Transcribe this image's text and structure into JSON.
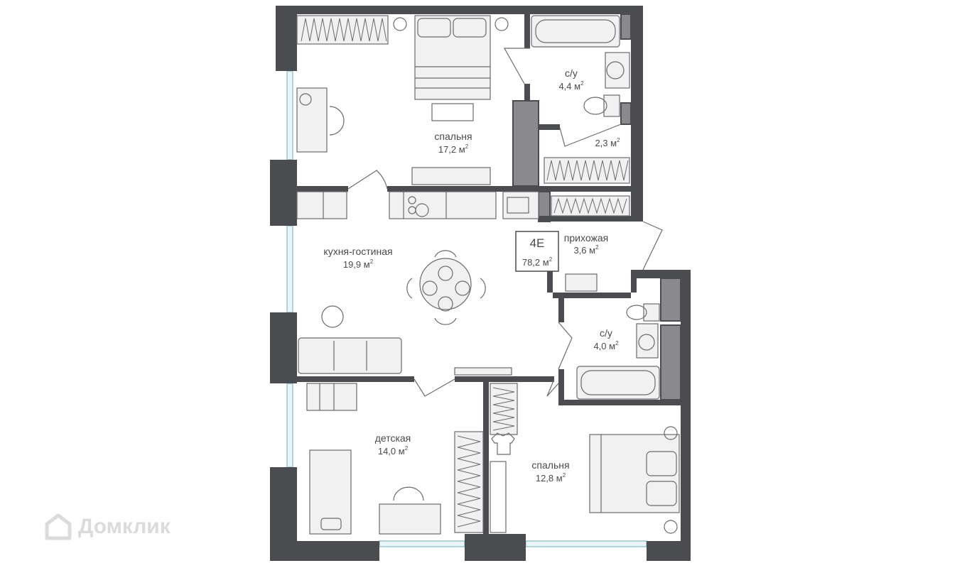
{
  "plan": {
    "unit_code": "4E",
    "total_area": "78,2 м",
    "rooms": {
      "bedroom_top": {
        "name": "спальня",
        "area": "17,2 м"
      },
      "bath_top": {
        "name": "с/у",
        "area": "4,4 м"
      },
      "wardrobe": {
        "name": "",
        "area": "2,3 м"
      },
      "hall": {
        "name": "прихожая",
        "area": "3,6 м"
      },
      "kitchen_living": {
        "name": "кухня-гостиная",
        "area": "19,9 м"
      },
      "bath_bottom": {
        "name": "с/у",
        "area": "4,0 м"
      },
      "kids": {
        "name": "детская",
        "area": "14,0 м"
      },
      "bedroom_bottom": {
        "name": "спальня",
        "area": "12,8 м"
      }
    },
    "area_superscript": "2"
  },
  "watermark": {
    "text": "Домклик",
    "icon": "house-logo-icon"
  }
}
